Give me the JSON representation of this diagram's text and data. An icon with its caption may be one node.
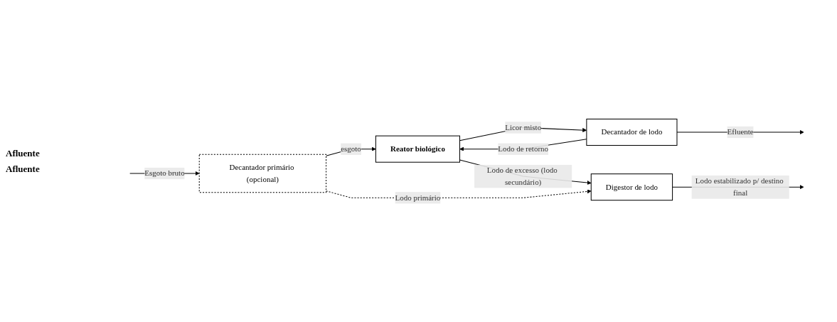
{
  "diagram": {
    "nodes": [
      {
        "text": [
          "Decantador primário (opcional)"
        ]
      },
      {
        "text": [
          "Reator biológico"
        ]
      },
      {
        "text": [
          "Decantador de lodo"
        ]
      },
      {
        "text": [
          "Digestor de lodo"
        ]
      }
    ],
    "edges": [
      {
        "from": null,
        "to": 0,
        "arrow": "to",
        "label": "Esgoto bruto"
      },
      {
        "from": 0,
        "to": 1,
        "arrow": "to",
        "label": "esgoto"
      },
      {
        "from": 1,
        "to": 2,
        "arrow": "to",
        "label": "Licor misto"
      },
      {
        "from": 2,
        "to": null,
        "arrow": "to",
        "label": "Efluente"
      },
      {
        "from": 2,
        "to": 1,
        "arrow": "to",
        "label": "Lodo de retorno"
      },
      {
        "from": 1,
        "to": 3,
        "arrow": "to",
        "label": "Lodo de excesso (lodo secundário)"
      },
      {
        "from": 0,
        "to": 3,
        "arrow": "to",
        "label": "Lodo primário",
        "style": "dashed"
      },
      {
        "from": 3,
        "to": null,
        "arrow": "to",
        "label": "Lodo estabilizado p/ destino final"
      }
    ],
    "labels": [
      "Afluente",
      "Afluente"
    ]
  }
}
